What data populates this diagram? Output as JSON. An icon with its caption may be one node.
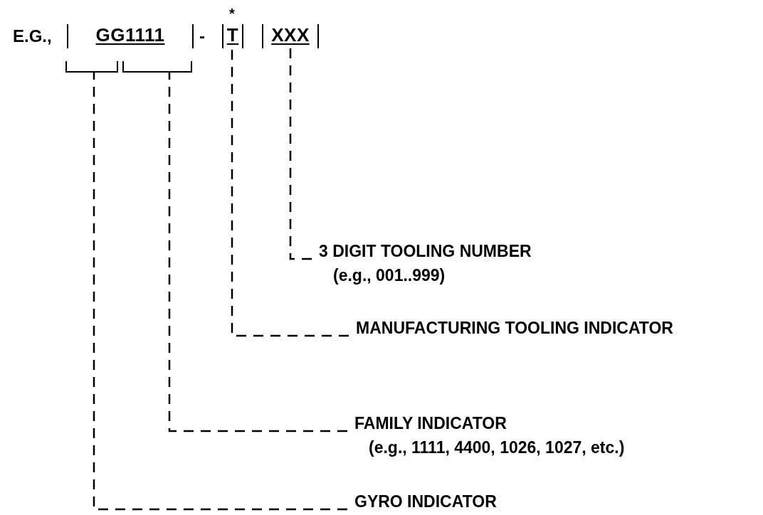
{
  "diagram": {
    "nodes": [
      {
        "text": [
          "GG1111"
        ]
      },
      {
        "text": [
          "T"
        ]
      },
      {
        "text": [
          "XXX"
        ]
      },
      {
        "text": [],
        "shape": "bracket"
      },
      {
        "text": [],
        "shape": "bracket"
      },
      {
        "text": [
          "3 DIGIT TOOLING NUMBER",
          "(e.g., 001..999)"
        ]
      },
      {
        "text": [
          "MANUFACTURING TOOLING INDICATOR"
        ]
      },
      {
        "text": [
          "FAMILY INDICATOR",
          "(e.g., 1111, 4400, 1026, 1027, etc.)"
        ]
      },
      {
        "text": [
          "GYRO INDICATOR"
        ]
      }
    ],
    "edges": [
      {
        "from": 5,
        "to": 2,
        "arrow": "none",
        "style": "dashed"
      },
      {
        "from": 6,
        "to": 1,
        "arrow": "none",
        "style": "dashed"
      },
      {
        "from": 7,
        "to": 4,
        "arrow": "none",
        "style": "dashed"
      },
      {
        "from": 8,
        "to": 3,
        "arrow": "none",
        "style": "dashed"
      }
    ],
    "labels": [
      "*",
      "E.G.,",
      "-"
    ]
  }
}
